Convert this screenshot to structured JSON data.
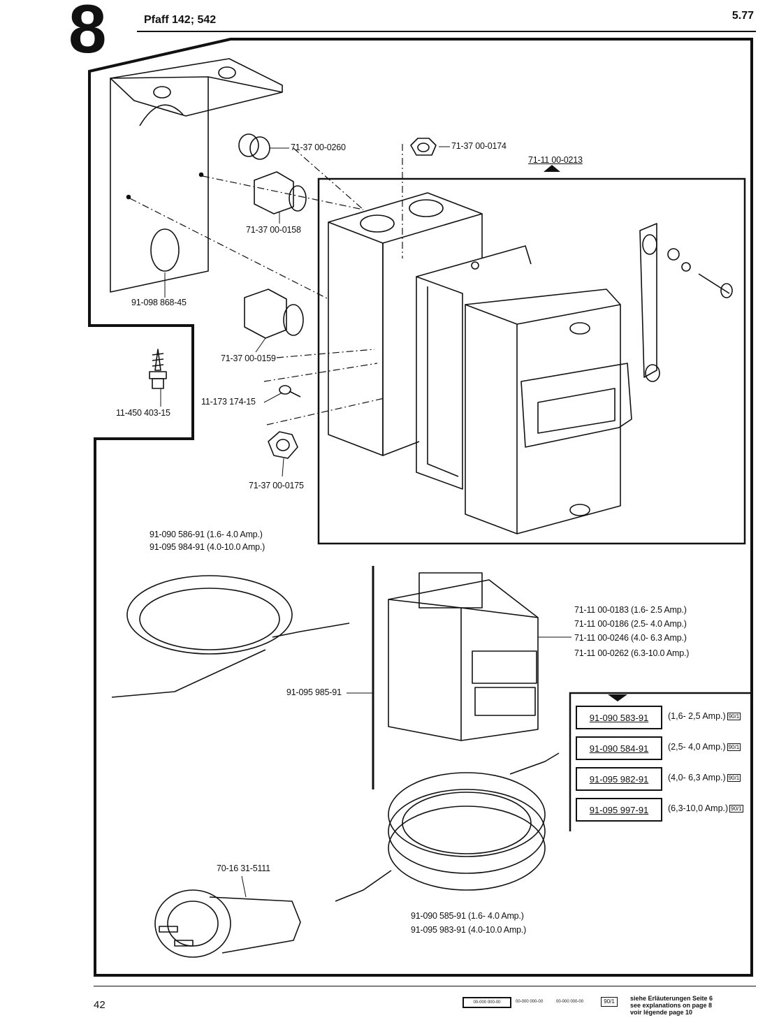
{
  "header": {
    "section_number": "8",
    "title": "Pfaff 142; 542",
    "date": "5.77"
  },
  "parts": {
    "bracket": "91-098 868-45",
    "screw_wood": "11-450 403-15",
    "cap_seal": "71-37 00-0260",
    "gland_small": "71-37 00-0158",
    "gland_large": "71-37 00-0159",
    "small_screw": "11-173 174-15",
    "lock_nut_bottom": "71-37 00-0175",
    "lock_nut_top": "71-37 00-0174",
    "switch_assembly": "71-11 00-0213",
    "cable_top_1": "91-090 586-91 (1.6- 4.0 Amp.)",
    "cable_top_2": "91-095 984-91 (4.0-10.0 Amp.)",
    "bridge_wire": "91-095 985-91",
    "relay_1": "71-11 00-0183 (1.6- 2.5 Amp.)",
    "relay_2": "71-11 00-0186 (2.5- 4.0 Amp.)",
    "relay_3": "71-11 00-0246 (4.0- 6.3 Amp.)",
    "relay_4": "71-11 00-0262 (6.3-10.0 Amp.)",
    "plug": "70-16 31-5111",
    "cable_bottom_1": "91-090 585-91 (1.6- 4.0 Amp.)",
    "cable_bottom_2": "91-095 983-91 (4.0-10.0 Amp.)"
  },
  "complete_units": [
    {
      "part": "91-090 583-91",
      "range": "(1,6- 2,5 Amp.)",
      "badge": "90/1"
    },
    {
      "part": "91-090 584-91",
      "range": "(2,5- 4,0 Amp.)",
      "badge": "90/1"
    },
    {
      "part": "91-095 982-91",
      "range": "(4,0- 6,3 Amp.)",
      "badge": "90/1"
    },
    {
      "part": "91-095 997-91",
      "range": "(6,3-10,0 Amp.)",
      "badge": "90/1"
    }
  ],
  "footer": {
    "page_number": "42",
    "legend_1": "00-000 000-00",
    "legend_2": "00-000 000-00",
    "legend_3": "00-000 000-00",
    "legend_badge": "90/1",
    "note_de": "siehe Erläuterungen Seite 6",
    "note_en": "see explanations on page 8",
    "note_fr": "voir légende page 10"
  }
}
